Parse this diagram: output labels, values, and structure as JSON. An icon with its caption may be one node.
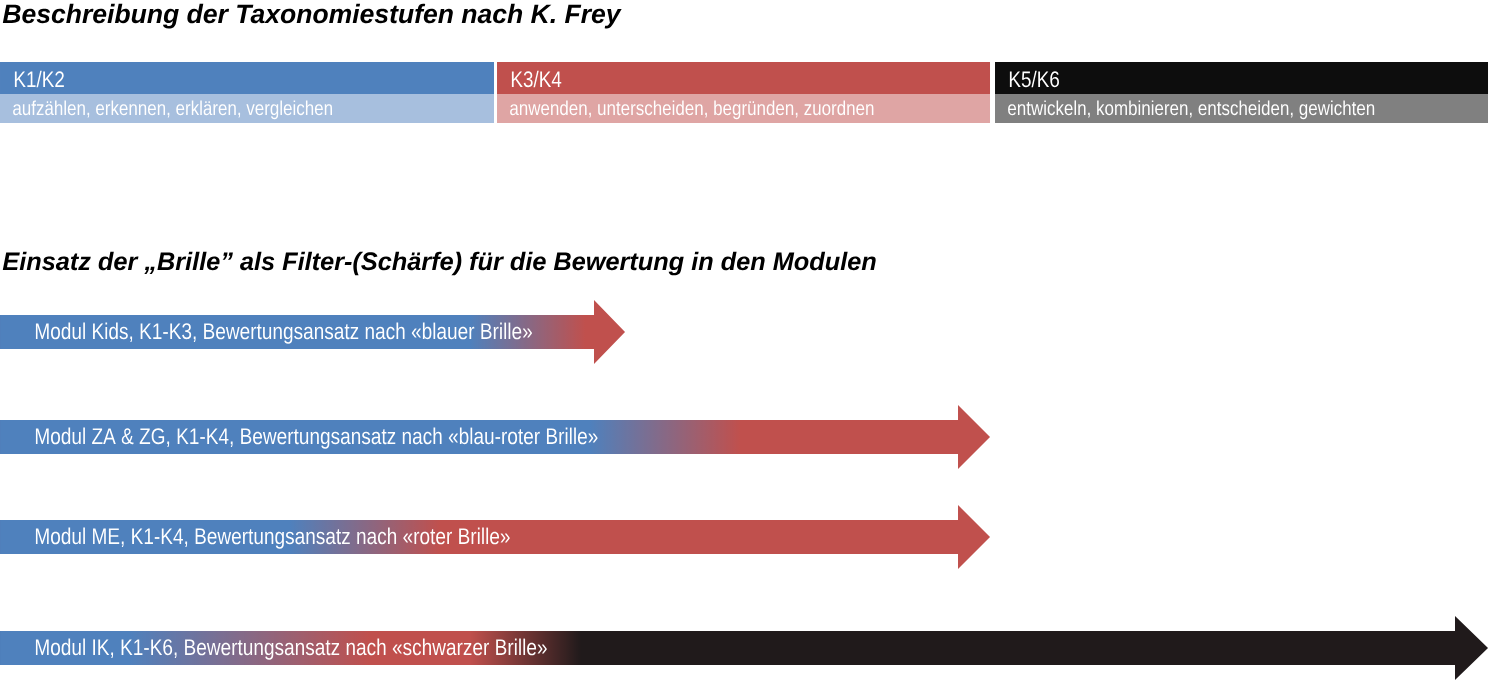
{
  "diagram": {
    "title": "Beschreibung der Taxonomiestufen nach K. Frey",
    "nodes": [
      {
        "text": [
          "K1/K2",
          "aufzählen, erkennen, erklären, vergleichen"
        ]
      },
      {
        "text": [
          "K3/K4",
          "anwenden, unterscheiden, begründen, zuordnen"
        ]
      },
      {
        "text": [
          "K5/K6",
          "entwickeln, kombinieren, entscheiden, gewichten"
        ]
      },
      {
        "text": [
          "Modul Kids, K1-K3, Bewertungsansatz nach «blauer Brille»"
        ]
      },
      {
        "text": [
          "Modul ZA & ZG, K1-K4, Bewertungsansatz nach «blau-roter Brille»"
        ]
      },
      {
        "text": [
          "Modul ME, K1-K4, Bewertungsansatz nach «roter Brille»"
        ]
      },
      {
        "text": [
          "Modul IK, K1-K6, Bewertungsansatz nach «schwarzer Brille»"
        ]
      }
    ],
    "labels": [
      "Einsatz der „Brille” als Filter-(Schärfe) für die Bewertung in den Modulen"
    ]
  }
}
